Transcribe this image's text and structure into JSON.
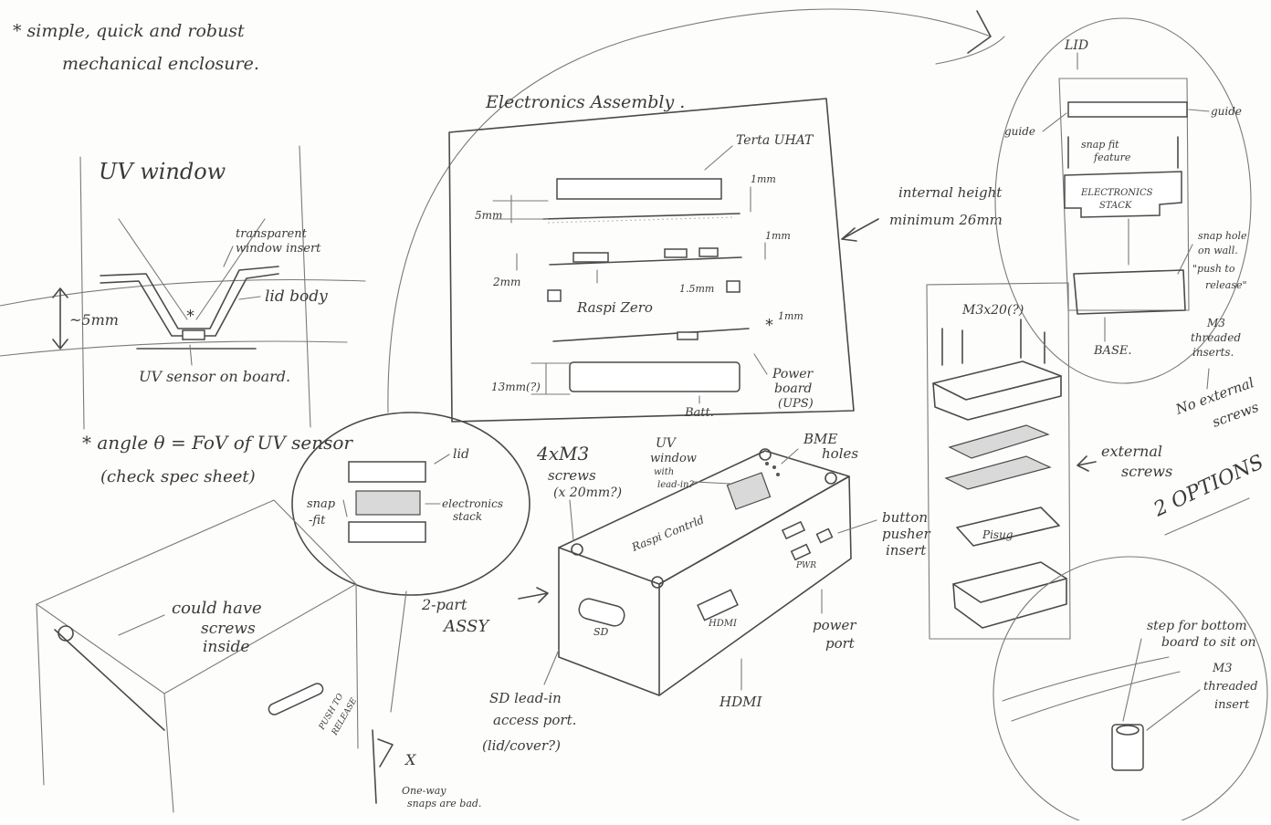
{
  "intro": {
    "line1": "* simple, quick and robust",
    "line2": "mechanical enclosure."
  },
  "uv_window": {
    "title": "UV window",
    "transparent_label_1": "transparent",
    "transparent_label_2": "window insert",
    "lid_body": "lid body",
    "height": "~5mm",
    "sensor": "UV sensor on board.",
    "angle_note": "* angle θ = FoV of UV sensor",
    "check_spec": "(check spec sheet)"
  },
  "electronics": {
    "title": "Electronics Assembly .",
    "uhat": "Terta UHAT",
    "dim_1mm_a": "1mm",
    "dim_5mm": "5mm",
    "dim_1mm_b": "1mm",
    "dim_2mm": "2mm",
    "dim_15mm": "1.5mm",
    "raspi": "Raspi Zero",
    "dim_1mm_c": "1mm",
    "dim_13mm": "13mm(?)",
    "power_1": "Power",
    "power_2": "board",
    "power_3": "(UPS)",
    "batt": "Batt."
  },
  "internal_height": {
    "line1": "internal height",
    "line2": "minimum 26mm"
  },
  "snap_bubble": {
    "lid": "lid",
    "snap_fit_1": "snap",
    "snap_fit_2": "-fit",
    "electronics_1": "electronics",
    "electronics_2": "stack",
    "two_part_1": "2-part",
    "two_part_2": "ASSY"
  },
  "main_box": {
    "screws_1": "4xM3",
    "screws_2": "screws",
    "screws_3": "(x 20mm?)",
    "uv_1": "UV",
    "uv_2": "window",
    "uv_3": "with",
    "uv_4": "lead-in?",
    "bme_1": "BME",
    "bme_2": "holes",
    "button_1": "button",
    "button_2": "pusher",
    "button_3": "insert",
    "logo": "Raspi Contrld",
    "pwr": "PWR",
    "hdmi_port": "HDMI",
    "sd_port": "SD",
    "power_port_1": "power",
    "power_port_2": "port",
    "hdmi_note": "HDMI",
    "sd_1": "SD lead-in",
    "sd_2": "access port.",
    "sd_3": "(lid/cover?)"
  },
  "left_box": {
    "could_1": "could have",
    "could_2": "screws",
    "could_3": "inside",
    "push_1": "PUSH TO",
    "push_2": "RELEASE",
    "x_mark": "X",
    "oneway_1": "One-way",
    "oneway_2": "snaps are bad."
  },
  "options": {
    "label": "2 OPTIONS",
    "m3x20": "M3x20(?)",
    "external_1": "external",
    "external_2": "screws",
    "pisug": "Pisug",
    "lid_tag": "LID",
    "guide_l": "guide",
    "guide_r": "guide",
    "snapfit_1": "snap fit",
    "snapfit_2": "feature",
    "stack_1": "ELECTRONICS",
    "stack_2": "STACK",
    "snaphole_1": "snap hole",
    "snaphole_2": "on wall.",
    "snaphole_3": "\"push to",
    "snaphole_4": "release\"",
    "base": "BASE.",
    "m3_1": "M3",
    "m3_2": "threaded",
    "m3_3": "inserts.",
    "noext_1": "No external",
    "noext_2": "screws"
  },
  "detail": {
    "step_1": "step for bottom",
    "step_2": "board to sit on",
    "m3_1": "M3",
    "m3_2": "threaded",
    "m3_3": "insert"
  }
}
